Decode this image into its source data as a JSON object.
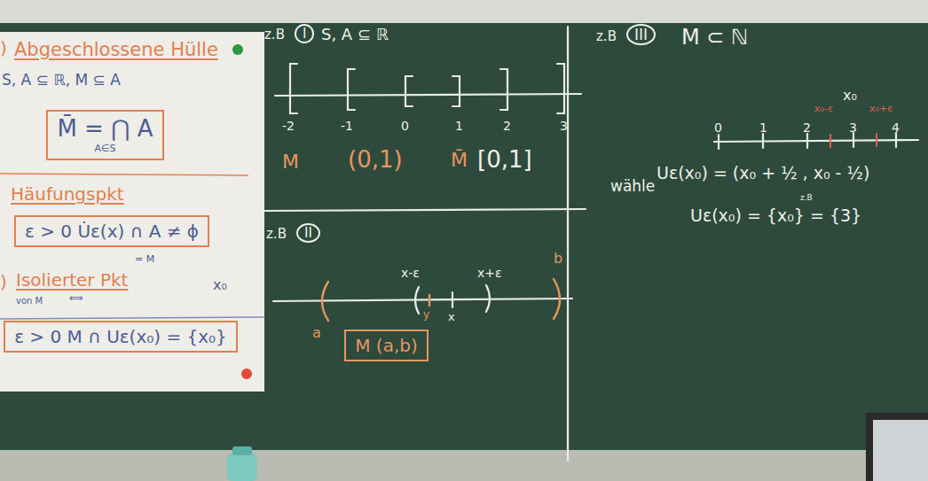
{
  "diagram": {
    "nodes": [
      {
        "text": [
          "M̄ = ⋂ A",
          "A∈S"
        ]
      },
      {
        "text": [
          "ε > 0  U̇ε(x) ∩ A ≠ ϕ"
        ]
      },
      {
        "text": [
          "ε > 0  M ∩ Uε(x₀) = {x₀}"
        ]
      },
      {
        "text": [
          "M (a,b)"
        ]
      }
    ],
    "labels": [
      ")",
      "Abgeschlossene Hülle",
      "S, A ⊆ ℝ, M ⊆ A",
      "Häufungspkt",
      "= M",
      ")",
      "Isolierter Pkt",
      "x₀",
      "von M",
      "⟺",
      "z.B",
      "I",
      "S, A ⊆ ℝ",
      "-2",
      "-1",
      "0",
      "1",
      "2",
      "3",
      "M",
      "(0,1)",
      "M̄",
      "[0,1]",
      "z.B",
      "II",
      "x-ε",
      "x+ε",
      "y",
      "x",
      "a",
      "b",
      "z.B",
      "III",
      "M ⊂ ℕ",
      "0",
      "1",
      "2",
      "3",
      "4",
      "x₀-ε",
      "x₀",
      "x₀+ε",
      "wähle",
      "Uε(x₀) = (x₀ + ½ , x₀ - ½)",
      "Uε(x₀) = {x₀} = {3}",
      "z.B"
    ]
  }
}
